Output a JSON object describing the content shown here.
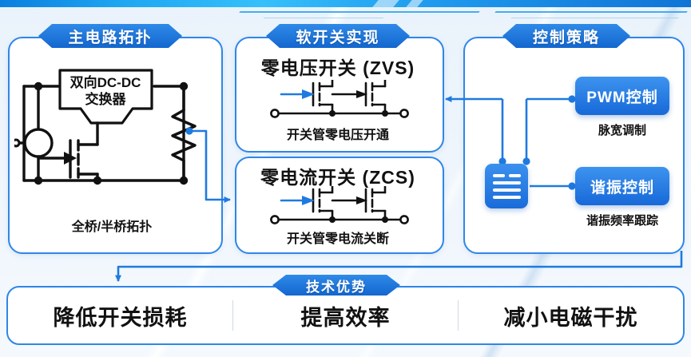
{
  "theme": {
    "accent": "#2f86e8",
    "accent_dark": "#1367cf",
    "banner_cyan": "#35c0fb",
    "ink": "#111111",
    "panel_bg": "#ffffff",
    "page_bg": "#eef5fc"
  },
  "panels": {
    "topology": {
      "title": "主电路拓扑",
      "circuit": {
        "block_line1": "双向DC-DC",
        "block_line2": "交换器",
        "caption": "全桥/半桥拓扑"
      }
    },
    "soft_switching": {
      "title": "软开关实现",
      "cards": [
        {
          "title": "零电压开关 (ZVS)",
          "subtitle": "开关管零电压开通"
        },
        {
          "title": "零电流开关 (ZCS)",
          "subtitle": "开关管零电流关断"
        }
      ]
    },
    "control": {
      "title": "控制策略",
      "icon_name": "document-lines-icon",
      "items": [
        {
          "label": "PWM控制",
          "subtitle": "脉宽调制"
        },
        {
          "label": "谐振控制",
          "subtitle": "谐振频率跟踪"
        }
      ]
    },
    "advantages": {
      "title": "技术优势",
      "items": [
        "降低开关损耗",
        "提高效率",
        "减小电磁干扰"
      ]
    }
  }
}
